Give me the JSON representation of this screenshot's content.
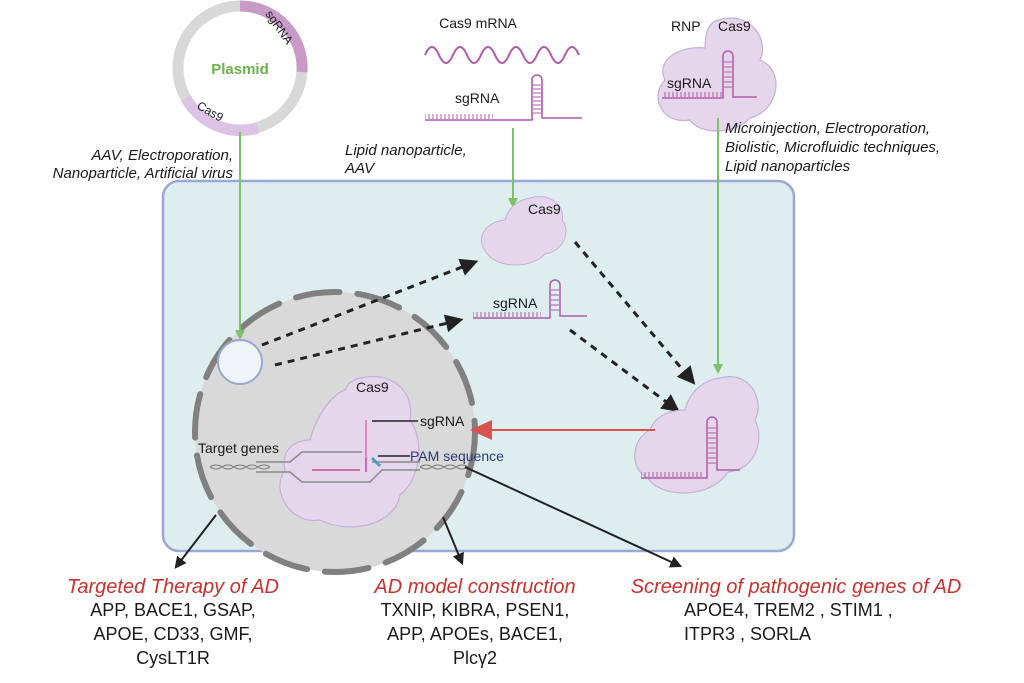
{
  "colors": {
    "cell_fill": "#deeeee",
    "cell_border": "#9aa8d4",
    "nucleus_fill": "#d9d9d9",
    "nucleus_border": "#808080",
    "protein_fill": "#e6d6ec",
    "rna_color": "#b05aa8",
    "green_arrow": "#7cc06a",
    "red_arrow": "#d9534f",
    "heading_red": "#c9312f",
    "pam_blue": "#2b3a7a"
  },
  "plasmid": {
    "label": "Plasmid",
    "segment_sgrna": "sgRNA",
    "segment_cas9": "Cas9",
    "delivery": [
      "AAV, Electroporation,",
      "Nanoparticle, Artificial virus"
    ]
  },
  "mrna": {
    "title": "Cas9 mRNA",
    "sgrna_label": "sgRNA",
    "delivery": [
      "Lipid nanoparticle,",
      "AAV"
    ]
  },
  "rnp": {
    "title": "RNP",
    "cas9_label": "Cas9",
    "sgrna_label": "sgRNA",
    "delivery": [
      "Microinjection, Electroporation,",
      "Biolistic, Microfluidic techniques,",
      "Lipid nanoparticles"
    ]
  },
  "cytoplasm": {
    "cas9_label": "Cas9",
    "sgrna_label": "sgRNA"
  },
  "nucleus": {
    "cas9_label": "Cas9",
    "sgrna_label": "sgRNA",
    "target_label": "Target genes",
    "pam_label": "PAM sequence"
  },
  "outcomes": [
    {
      "heading": "Targeted Therapy of AD",
      "lines": [
        "APP, BACE1, GSAP,",
        "APOE, CD33, GMF,",
        "CysLT1R"
      ]
    },
    {
      "heading": "AD model construction",
      "lines": [
        "TXNIP, KIBRA, PSEN1,",
        "APP, APOEs, BACE1,",
        "Plcγ2"
      ]
    },
    {
      "heading": "Screening of pathogenic genes of AD",
      "lines": [
        "APOE4, TREM2 , STIM1 ,",
        "ITPR3 , SORLA"
      ]
    }
  ]
}
